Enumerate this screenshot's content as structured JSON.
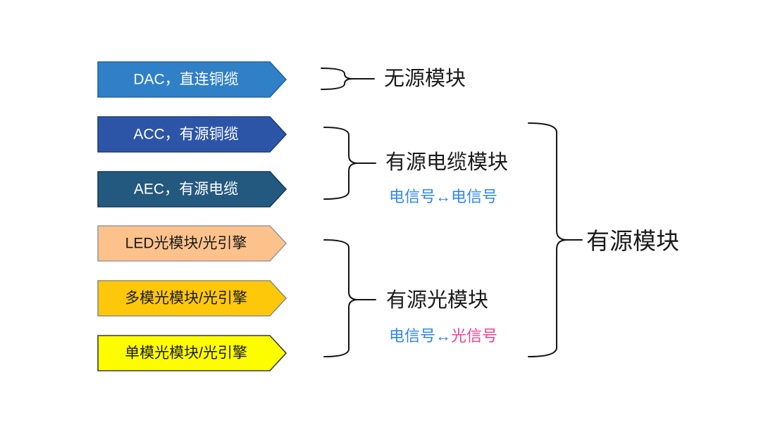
{
  "background": "#ffffff",
  "brace_color": "#141414",
  "banners": [
    {
      "id": "dac",
      "label": "DAC，直连铜缆",
      "fill": "#3080c8",
      "border": "#2264a2",
      "text_color": "#ffffff"
    },
    {
      "id": "acc",
      "label": "ACC，有源铜缆",
      "fill": "#2d55a7",
      "border": "#1d3d7e",
      "text_color": "#ffffff"
    },
    {
      "id": "aec",
      "label": "AEC，有源电缆",
      "fill": "#24597f",
      "border": "#153c59",
      "text_color": "#ffffff"
    },
    {
      "id": "led",
      "label": "LED光模块/光引擎",
      "fill": "#fdc28c",
      "border": "#9a9a9a",
      "text_color": "#1a1a1a"
    },
    {
      "id": "multimode",
      "label": "多模光模块/光引擎",
      "fill": "#fec80a",
      "border": "#8a8a8a",
      "text_color": "#1a1a1a"
    },
    {
      "id": "singlemode",
      "label": "单模光模块/光引擎",
      "fill": "#fdfd00",
      "border": "#3a3a3a",
      "text_color": "#1a1a1a"
    }
  ],
  "annotations": {
    "passive": {
      "label": "无源模块",
      "color": "#1a1a1a"
    },
    "active_cable": {
      "label": "有源电缆模块",
      "color": "#1a1a1a",
      "signal": {
        "text": "电信号↔电信号",
        "color": "#2e86f0"
      }
    },
    "active_optical": {
      "label": "有源光模块",
      "color": "#1a1a1a",
      "signal": {
        "left": "电信号↔",
        "left_color": "#2e86f0",
        "right": "光信号",
        "right_color": "#f5418f"
      }
    },
    "active_all": {
      "label": "有源模块",
      "color": "#1a1a1a"
    }
  }
}
